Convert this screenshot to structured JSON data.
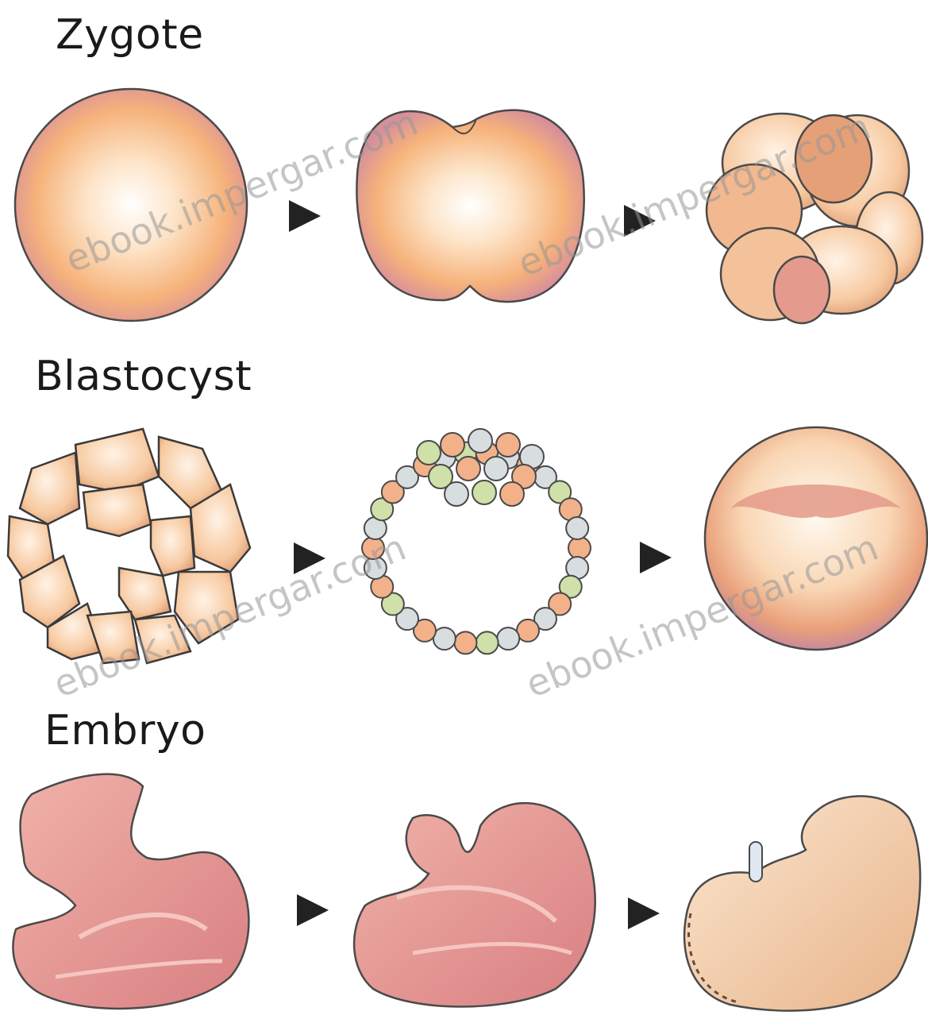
{
  "stages": {
    "zygote": "Zygote",
    "blastocyst": "Blastocyst",
    "embryo": "Embryo"
  },
  "watermark": "ebook.impergar.com",
  "colors": {
    "outline": "#4a4a4a",
    "cell_light": "#fde7cf",
    "cell_mid": "#f8b07a",
    "cell_pink": "#d98f9c",
    "embryo_red": "#e08a8a",
    "embryo_tan": "#f2c9a4",
    "bead_orange": "#f3b18a",
    "bead_green": "#cfe0a8",
    "bead_gray": "#d8dde0"
  }
}
